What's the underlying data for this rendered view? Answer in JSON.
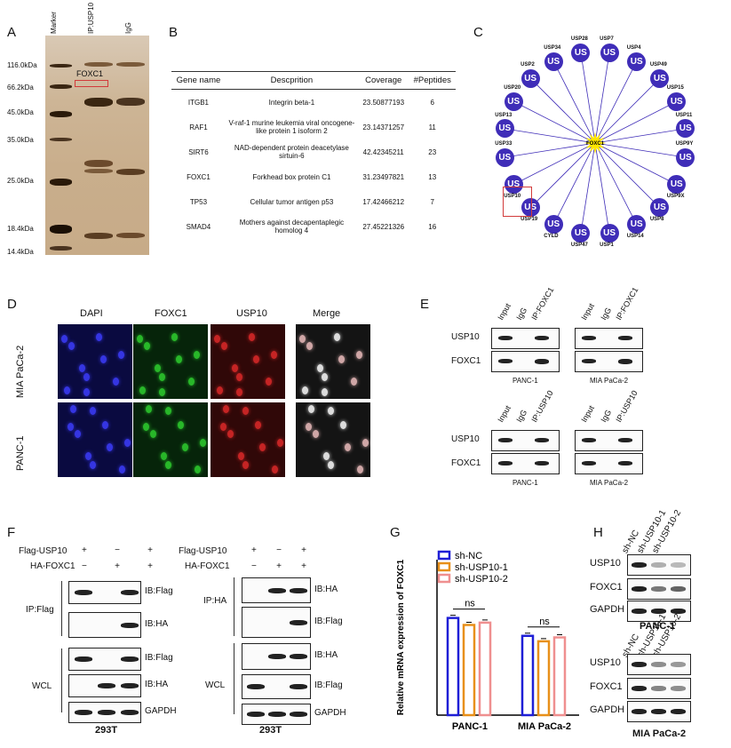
{
  "panels": {
    "A": {
      "label": "A",
      "lanes": [
        "Marker",
        "IP:USP10",
        "IgG"
      ],
      "markers": [
        "116.0kDa",
        "66.2kDa",
        "45.0kDa",
        "35.0kDa",
        "25.0kDa",
        "18.4kDa",
        "14.4kDa"
      ],
      "box_label": "FOXC1"
    },
    "B": {
      "label": "B",
      "headers": [
        "Gene name",
        "Descprition",
        "Coverage",
        "#Peptides"
      ],
      "rows": [
        {
          "gene": "ITGB1",
          "desc": "Integrin beta-1",
          "coverage": "23.50877193",
          "peptides": "6"
        },
        {
          "gene": "RAF1",
          "desc": "V-raf-1 murine leukemia viral oncogene-like protein 1 isoform 2",
          "coverage": "23.14371257",
          "peptides": "11"
        },
        {
          "gene": "SIRT6",
          "desc": "NAD-dependent protein deacetylase sirtuin-6",
          "coverage": "42.42345211",
          "peptides": "23"
        },
        {
          "gene": "FOXC1",
          "desc": "Forkhead box protein C1",
          "coverage": "31.23497821",
          "peptides": "13"
        },
        {
          "gene": "TP53",
          "desc": "Cellular tumor antigen p53",
          "coverage": "17.42466212",
          "peptides": "7"
        },
        {
          "gene": "SMAD4",
          "desc": "Mothers against decapentaplegic homolog 4",
          "coverage": "27.45221326",
          "peptides": "16"
        }
      ]
    },
    "C": {
      "label": "C",
      "hub": "FOXC1",
      "node_text": "US",
      "nodes": [
        "USP7",
        "USP4",
        "USP49",
        "USP15",
        "USP11",
        "USP9Y",
        "USP9X",
        "USP8",
        "USP14",
        "USP1",
        "USP47",
        "CYLD",
        "USP19",
        "USP10",
        "USP33",
        "USP13",
        "USP20",
        "USP2",
        "USP34",
        "USP28"
      ],
      "highlight": "USP10",
      "colors": {
        "node": "#3f2db8",
        "line": "#3f2db8",
        "hub": "#ffe600",
        "box": "#d23a3a"
      }
    },
    "D": {
      "label": "D",
      "columns": [
        "DAPI",
        "FOXC1",
        "USP10",
        "Merge"
      ],
      "rows": [
        "MIA PaCa-2",
        "PANC-1"
      ]
    },
    "E": {
      "label": "E",
      "lanes_foxc1": [
        "Input",
        "IgG",
        "IP:FOXC1"
      ],
      "lanes_usp10": [
        "Input",
        "IgG",
        "IP:USP10"
      ],
      "rows": [
        "USP10",
        "FOXC1"
      ],
      "cells_top": [
        "PANC-1",
        "MIA PaCa-2"
      ],
      "cells_bottom": [
        "PANC-1",
        "MIA PaCa-2"
      ]
    },
    "F": {
      "label": "F",
      "treat": [
        "Flag-USP10",
        "HA-FOXC1"
      ],
      "left_signs": [
        [
          "+",
          "−",
          "+"
        ],
        [
          "−",
          "+",
          "+"
        ]
      ],
      "right_signs": [
        [
          "+",
          "−",
          "+"
        ],
        [
          "−",
          "+",
          "+"
        ]
      ],
      "left_ip": "IP:Flag",
      "right_ip": "IP:HA",
      "wcl": "WCL",
      "left_ib": [
        "IB:Flag",
        "IB:HA",
        "IB:Flag",
        "IB:HA",
        "GAPDH"
      ],
      "right_ib": [
        "IB:HA",
        "IB:Flag",
        "IB:HA",
        "IB:Flag",
        "GAPDH"
      ],
      "cell": "293T"
    },
    "G": {
      "label": "G",
      "ns": "ns"
    },
    "H": {
      "label": "H",
      "lanes": [
        "sh-NC",
        "sh-USP10-1",
        "sh-USP10-2"
      ],
      "rows": [
        "USP10",
        "FOXC1",
        "GAPDH"
      ],
      "cells": [
        "PANC-1",
        "MIA PaCa-2"
      ]
    }
  },
  "chart_data": {
    "type": "bar",
    "ylabel": "Relative mRNA expression of FOXC1",
    "categories": [
      "PANC-1",
      "MIA PaCa-2"
    ],
    "series": [
      {
        "name": "sh-NC",
        "color": "#1f1fd6",
        "values": [
          1.25,
          1.02
        ]
      },
      {
        "name": "sh-USP10-1",
        "color": "#e8901a",
        "values": [
          1.16,
          0.95
        ]
      },
      {
        "name": "sh-USP10-2",
        "color": "#ef8f8f",
        "values": [
          1.19,
          1.0
        ]
      }
    ],
    "annotations": [
      "ns",
      "ns"
    ],
    "ylim": [
      0,
      2.0
    ],
    "legend": "top-left"
  }
}
